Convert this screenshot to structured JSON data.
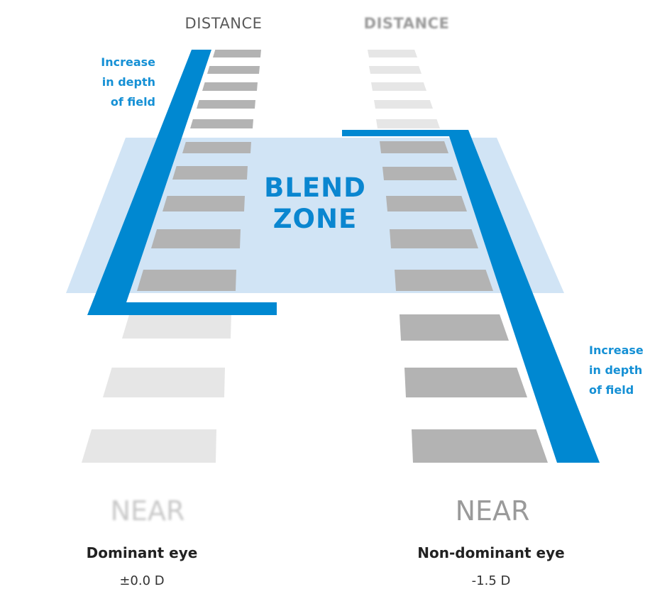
{
  "colors": {
    "blue": "#0088d1",
    "blend_zone": "#c9dff3",
    "bar_dark": "#b3b3b3",
    "bar_light": "#e6e6e6"
  },
  "left": {
    "distance_label": "DISTANCE",
    "near_label": "NEAR",
    "dof_label": [
      "Increase",
      "in depth",
      "of field"
    ],
    "eye_label": "Dominant eye",
    "power": "±0.0 D"
  },
  "right": {
    "distance_label": "DISTANCE",
    "near_label": "NEAR",
    "dof_label": [
      "Increase",
      "in depth",
      "of field"
    ],
    "eye_label": "Non-dominant eye",
    "power": "-1.5 D"
  },
  "blend_zone": [
    "BLEND",
    "ZONE"
  ]
}
